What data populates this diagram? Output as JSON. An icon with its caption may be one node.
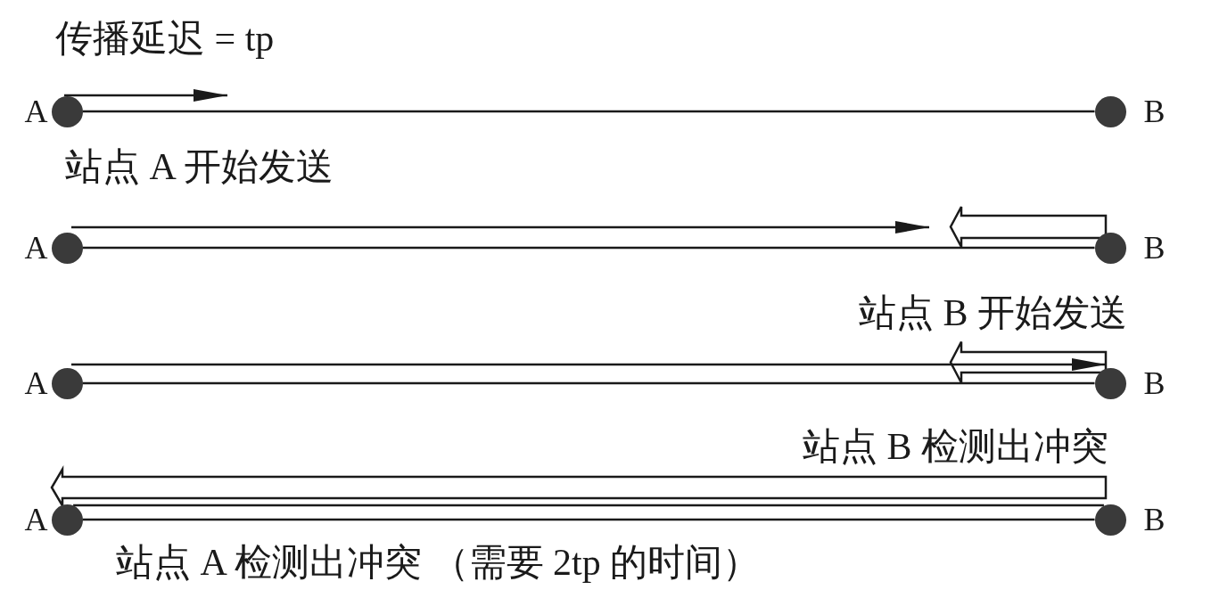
{
  "diagram": {
    "nodes": [
      {
        "text": [],
        "shape": "circle",
        "beside": [
          "A"
        ]
      },
      {
        "text": [],
        "shape": "circle",
        "beside": [
          "B"
        ]
      },
      {
        "text": [],
        "shape": "circle",
        "beside": [
          "A"
        ]
      },
      {
        "text": [],
        "shape": "circle",
        "beside": [
          "B"
        ]
      },
      {
        "text": [],
        "shape": "circle",
        "beside": [
          "A"
        ]
      },
      {
        "text": [],
        "shape": "circle",
        "beside": [
          "B"
        ]
      },
      {
        "text": [],
        "shape": "circle",
        "beside": [
          "A"
        ]
      },
      {
        "text": [],
        "shape": "circle",
        "beside": [
          "B"
        ]
      }
    ],
    "edges": [
      {
        "from": 0,
        "to": 1,
        "arrow": "none"
      },
      {
        "from": 0,
        "to": null,
        "arrow": "to"
      },
      {
        "from": 2,
        "to": 3,
        "arrow": "none"
      },
      {
        "from": 2,
        "to": null,
        "arrow": "to"
      },
      {
        "from": 3,
        "to": null,
        "arrow": "to",
        "style": "thick"
      },
      {
        "from": 4,
        "to": 5,
        "arrow": "none"
      },
      {
        "from": 4,
        "to": 5,
        "arrow": "to"
      },
      {
        "from": 5,
        "to": null,
        "arrow": "to",
        "style": "thick"
      },
      {
        "from": 6,
        "to": 7,
        "arrow": "none"
      },
      {
        "from": 6,
        "to": 7,
        "arrow": "none"
      },
      {
        "from": 7,
        "to": 6,
        "arrow": "to",
        "style": "thick"
      }
    ],
    "labels": [
      "传播延迟 = tp",
      "站点 A 开始发送",
      "站点 B 开始发送",
      "站点 B 检测出冲突",
      "站点 A 检测出冲突 （需要 2tp 的时间）"
    ]
  }
}
